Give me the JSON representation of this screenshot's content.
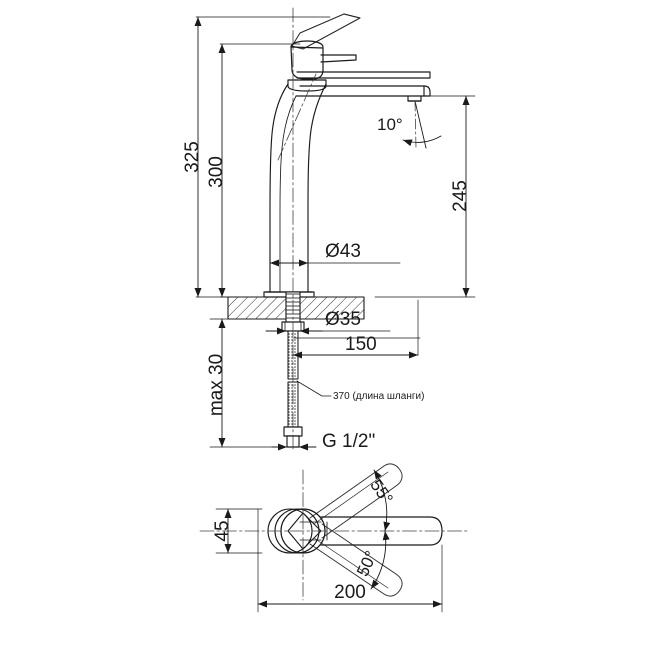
{
  "drawing": {
    "title": "Faucet technical dimension drawing",
    "background_color": "#ffffff",
    "line_color": "#1a1a1a",
    "views": {
      "front": "front-elevation-view",
      "top": "top-plan-view"
    }
  },
  "dimensions": {
    "total_height": "325",
    "body_height": "300",
    "spout_height": "245",
    "spout_diameter": "Ø43",
    "shank_diameter": "Ø35",
    "spout_reach": "150",
    "counter_thickness": "max 30",
    "hose_note": "370 (длина шланги)",
    "thread": "G 1/2\"",
    "spout_tilt": "10°",
    "handle_back_angle": "55°",
    "handle_front_angle": "50°",
    "base_width": "45",
    "overall_length": "200"
  }
}
